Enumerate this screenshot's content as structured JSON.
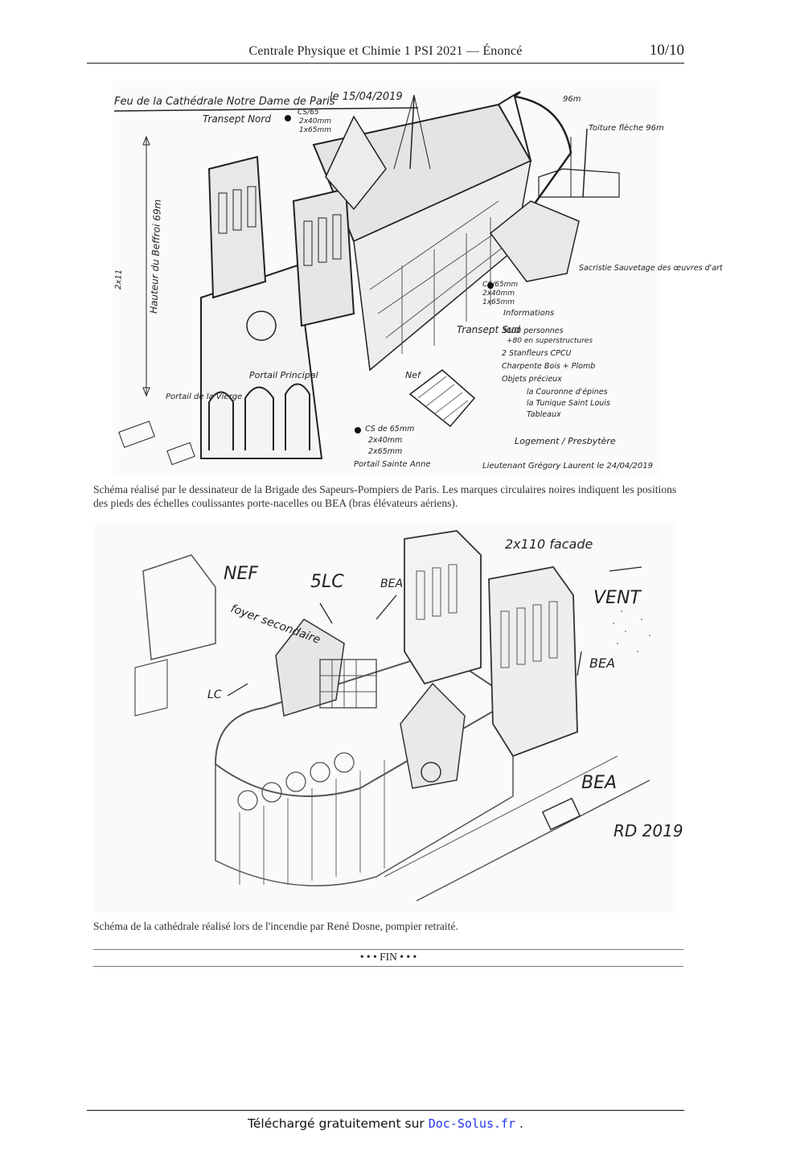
{
  "header": {
    "title": "Centrale Physique et Chimie 1 PSI 2021 — Énoncé",
    "page": "10/10"
  },
  "figure1": {
    "caption": "Schéma réalisé par le dessinateur de la Brigade des Sapeurs-Pompiers de Paris. Les marques circulaires noires indiquent les positions des pieds des échelles coulissantes porte-nacelles ou BEA (bras élévateurs aériens).",
    "labels": {
      "title": "Feu de la Cathédrale Notre Dame de Paris",
      "date": "le 15/04/2019",
      "transept_nord": "Transept Nord",
      "cs_top": "CS/65",
      "hose_top_1": "2x40mm",
      "hose_top_2": "1x65mm",
      "height_96": "96m",
      "tour_fleche": "Toiture flèche 96m",
      "hauteur_beffroi": "Hauteur du Beffroi 69m",
      "hauteur_side": "2x11",
      "sacristie": "Sacristie Sauvetage des œuvres d'art",
      "cs_mid": "CS/65mm",
      "hose_mid_1": "2x40mm",
      "hose_mid_2": "1x65mm",
      "transept_sud": "Transept Sud",
      "informations": "Informations",
      "info_1": "3000 personnes",
      "info_1b": "+80 en superstructures",
      "info_2": "2 Stanfleurs CPCU",
      "info_3": "Charpente Bois + Plomb",
      "info_4": "Objets précieux",
      "info_4a": "la Couronne d'épines",
      "info_4b": "la Tunique Saint Louis",
      "info_4c": "Tableaux",
      "portail_principal": "Portail Principal",
      "portail_vierge": "Portail de la Vierge",
      "nef": "Nef",
      "cs_bottom": "CS de 65mm",
      "hose_bot_1": "2x40mm",
      "hose_bot_2": "2x65mm",
      "portail_sainte_anne": "Portail Sainte Anne",
      "logement": "Logement / Presbytère",
      "signature": "Lieutenant Grégory Laurent le 24/04/2019"
    }
  },
  "figure2": {
    "caption": "Schéma de la cathédrale réalisé lors de l'incendie par René Dosne, pompier retraité.",
    "labels": {
      "nef": "NEF",
      "foyer": "foyer secondaire",
      "slc": "5LC",
      "bea_top": "BEA",
      "facade": "2x110 facade",
      "vent": "VENT",
      "bea_right": "BEA",
      "lc": "LC",
      "bea_bottom": "BEA",
      "signature": "RD 2019"
    }
  },
  "end": {
    "text": "• • • FIN • • •"
  },
  "footer": {
    "prefix": "Téléchargé gratuitement sur ",
    "link": "Doc-Solus.fr",
    "suffix": " ."
  }
}
